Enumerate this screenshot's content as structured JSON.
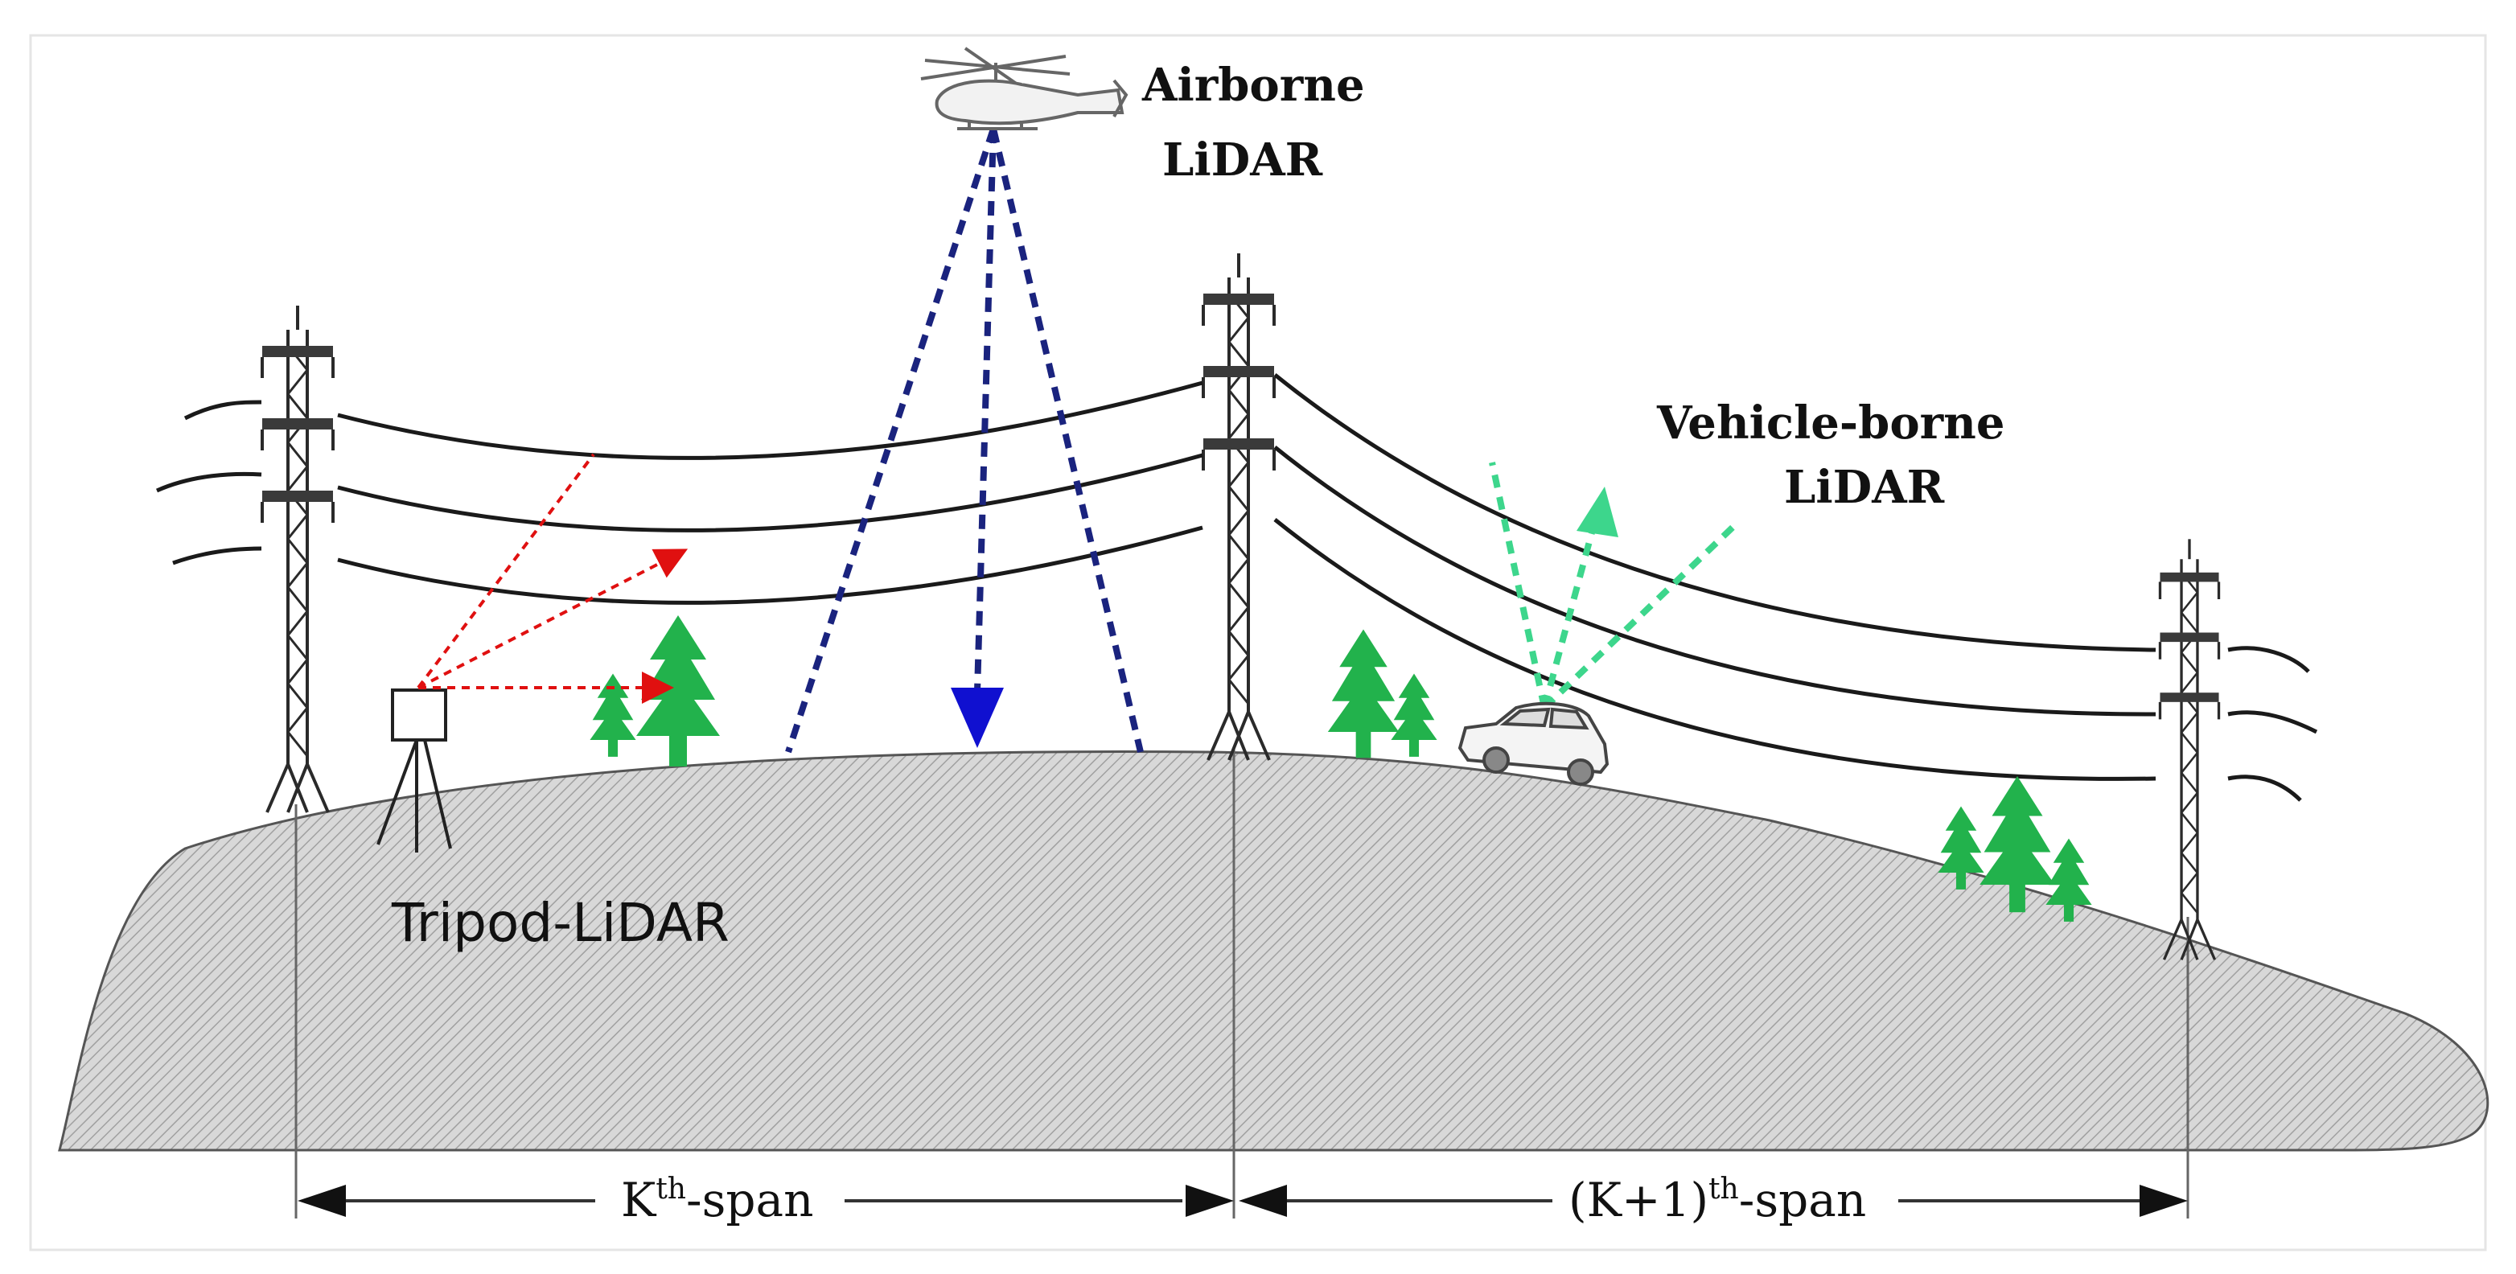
{
  "labels": {
    "airborne_line1": "Airborne",
    "airborne_line2": "LiDAR",
    "vehicle_line1": "Vehicle-borne",
    "vehicle_line2": "LiDAR",
    "tripod": "Tripod-LiDAR",
    "span_k_base": "K",
    "span_k_sup": "th",
    "span_k_tail": "-span",
    "span_k1_base": "(K+1)",
    "span_k1_sup": "th",
    "span_k1_tail": "-span"
  },
  "colors": {
    "ground": "#d6d6d6",
    "ground_hatch": "#9a9a9a",
    "airborne_beam": "#1a237e",
    "airborne_arrow": "#1010d0",
    "vehicle_beam": "#3dd68c",
    "tripod_beam": "#e01010",
    "tree": "#22b24c",
    "line": "#1a1a1a"
  },
  "icons": {
    "helicopter": "helicopter-icon",
    "car": "car-icon",
    "tripod": "tripod-scanner-icon",
    "tower": "transmission-tower-icon",
    "tree": "tree-icon"
  }
}
